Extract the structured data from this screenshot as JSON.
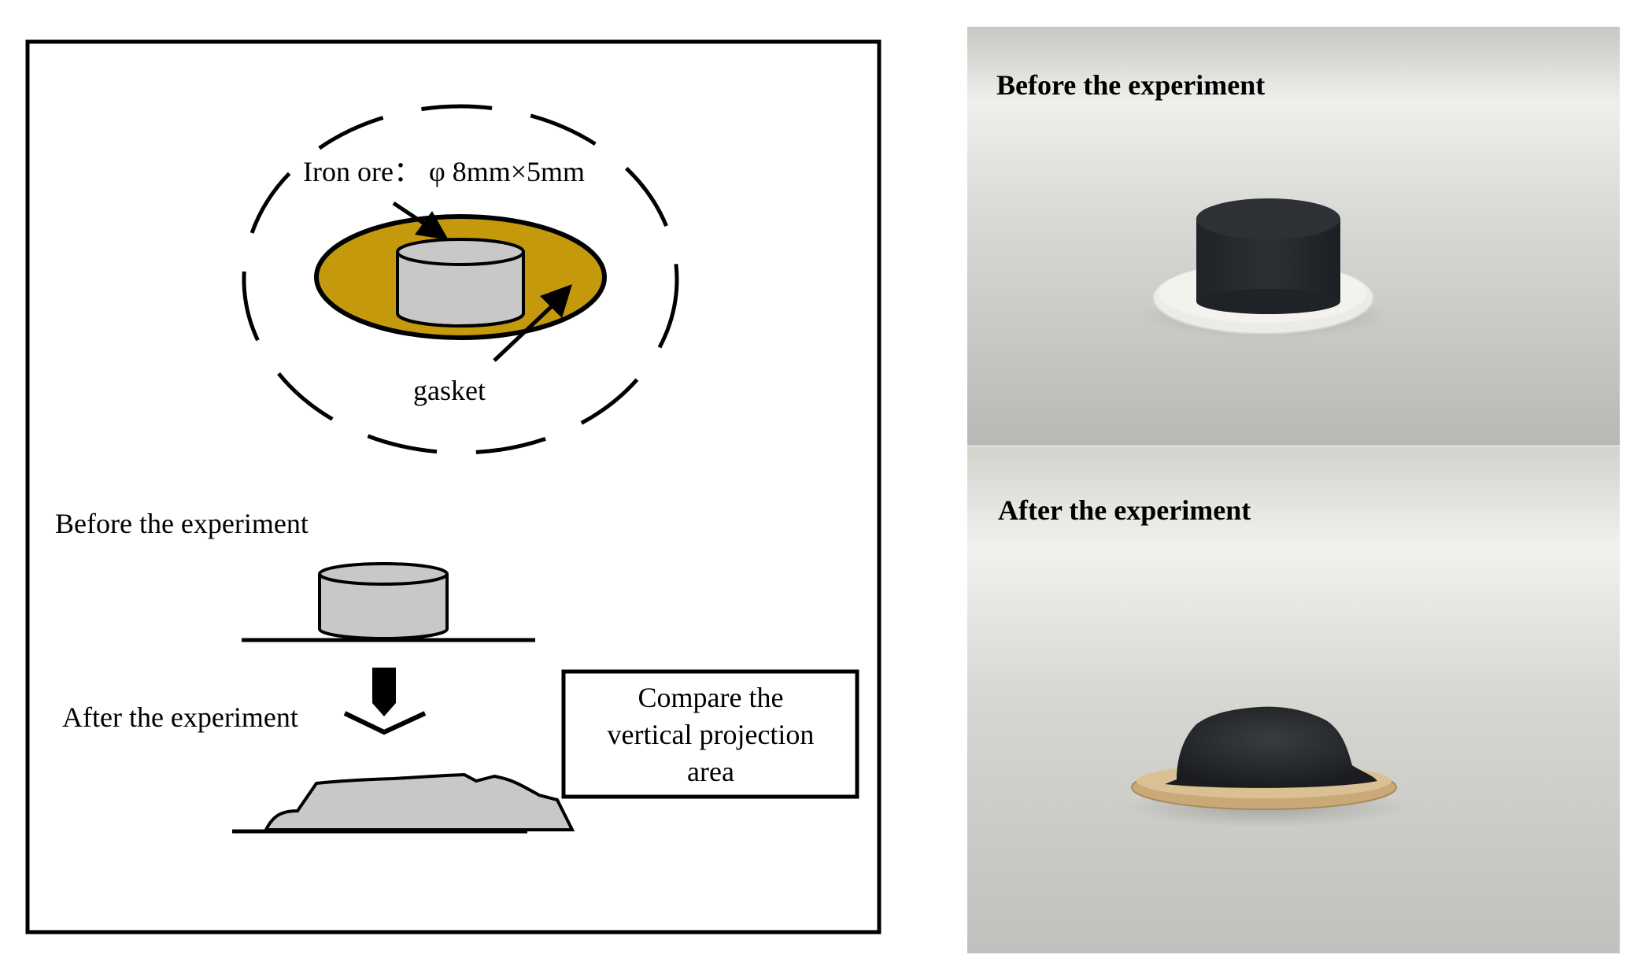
{
  "schematic": {
    "iron_ore_label": "Iron ore： φ 8mm×5mm",
    "gasket_label": "gasket",
    "before_label": "Before the experiment",
    "after_label": "After the experiment",
    "compare_box": {
      "line1": "Compare the",
      "line2": "vertical projection",
      "line3": "area"
    }
  },
  "photos": {
    "top_caption": "Before the experiment",
    "bottom_caption": "After the experiment"
  },
  "colors": {
    "gasket_fill": "#c49a0c",
    "sample_fill": "#c8c8c8",
    "outline": "#000000",
    "photo_background": "#c9c8c4",
    "black_cylinder": "#24272b",
    "white_gasket": "#ecebe7",
    "wood_gasket": "#d2b78c"
  }
}
